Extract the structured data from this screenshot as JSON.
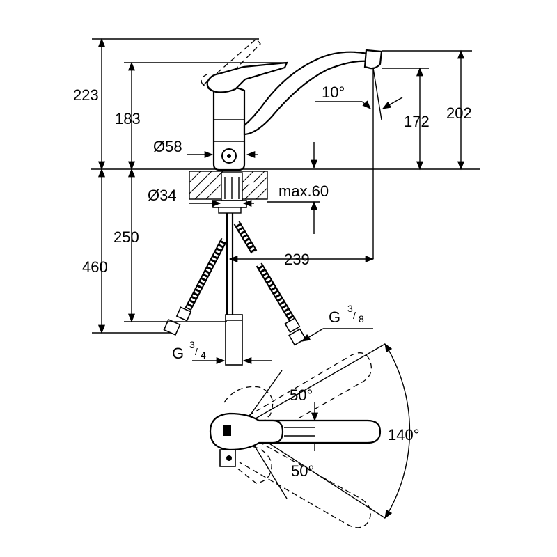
{
  "dimensions": {
    "total_height_above": "223",
    "lever_height": "183",
    "body_diameter": "Ø58",
    "mount_diameter": "Ø34",
    "max_thickness": "max.60",
    "hose_length": "250",
    "total_length_below": "460",
    "spout_reach": "239",
    "outlet_height": "172",
    "spout_height": "202",
    "outlet_angle": "10°"
  },
  "connections": {
    "inlet_main": "G",
    "inlet_num": "3",
    "inlet_den": "4",
    "outlet_main": "G",
    "outlet_num": "3",
    "outlet_den": "8"
  },
  "swivel": {
    "upper_angle": "50°",
    "lower_angle": "50°",
    "total_angle": "140°"
  }
}
